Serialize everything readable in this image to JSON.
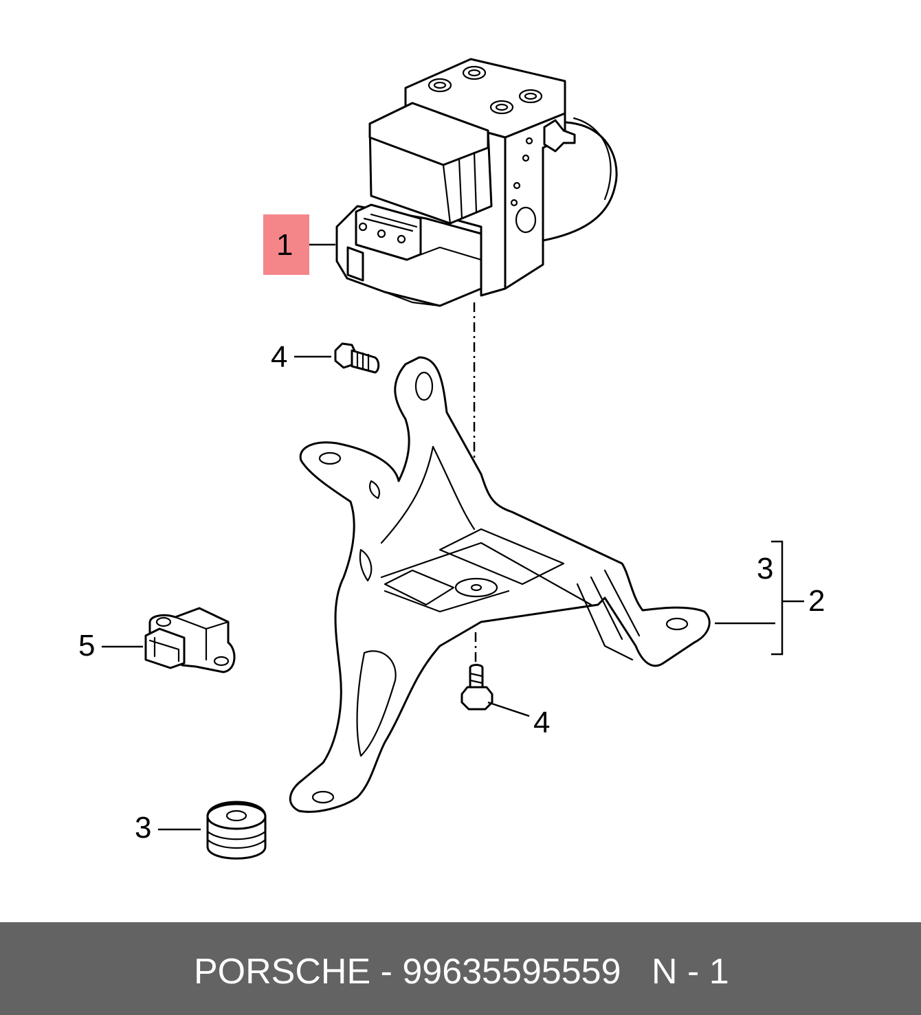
{
  "diagram": {
    "callouts": [
      {
        "id": "c1",
        "text": "1",
        "highlighted": true
      },
      {
        "id": "c4a",
        "text": "4"
      },
      {
        "id": "c3a",
        "text": "3"
      },
      {
        "id": "c2",
        "text": "2"
      },
      {
        "id": "c5",
        "text": "5"
      },
      {
        "id": "c4b",
        "text": "4"
      },
      {
        "id": "c3b",
        "text": "3"
      }
    ],
    "highlight_color": "#f4868a",
    "line_color": "#000000"
  },
  "footer": {
    "brand_part": "PORSCHE - 99635595559",
    "quantity": "N - 1",
    "background": "#636363"
  }
}
